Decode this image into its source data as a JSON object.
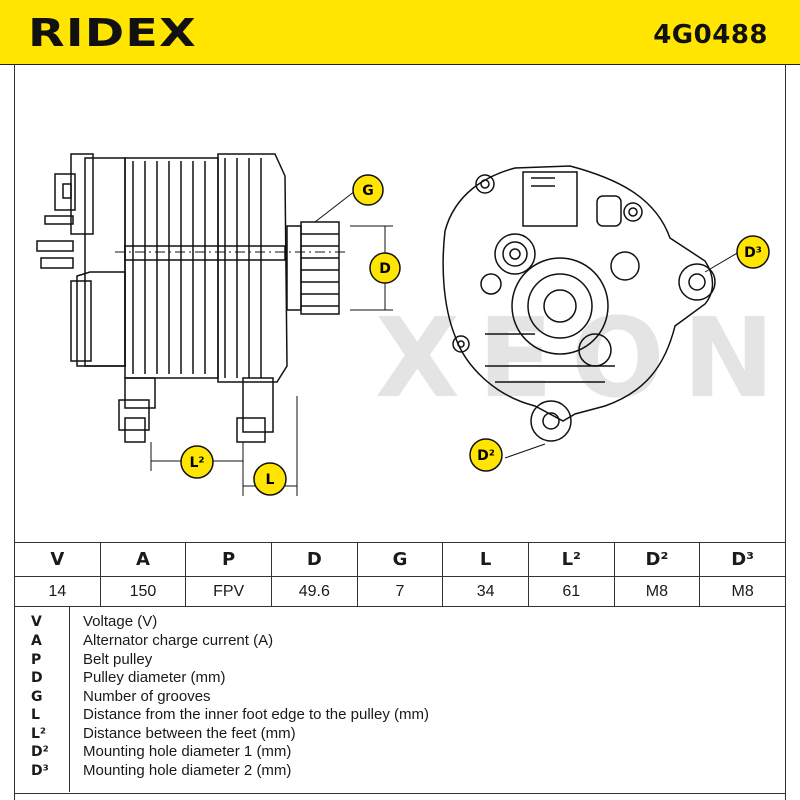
{
  "header": {
    "brand": "RIDEX",
    "part_number": "4G0488",
    "brand_color": "#ffe500"
  },
  "drawing": {
    "callouts": {
      "G": "G",
      "D": "D",
      "D3": "D³",
      "D2": "D²",
      "L2": "L²",
      "L": "L"
    },
    "watermark": "XEON"
  },
  "spec_table": {
    "headers": [
      "V",
      "A",
      "P",
      "D",
      "G",
      "L",
      "L²",
      "D²",
      "D³"
    ],
    "values": [
      "14",
      "150",
      "FPV",
      "49.6",
      "7",
      "34",
      "61",
      "M8",
      "M8"
    ]
  },
  "legend": [
    {
      "symbol": "V",
      "description": "Voltage (V)"
    },
    {
      "symbol": "A",
      "description": "Alternator charge current (A)"
    },
    {
      "symbol": "P",
      "description": "Belt pulley"
    },
    {
      "symbol": "D",
      "description": "Pulley diameter (mm)"
    },
    {
      "symbol": "G",
      "description": "Number of grooves"
    },
    {
      "symbol": "L",
      "description": "Distance from the inner foot edge to the pulley (mm)"
    },
    {
      "symbol": "L²",
      "description": "Distance between the feet (mm)"
    },
    {
      "symbol": "D²",
      "description": "Mounting hole diameter 1 (mm)"
    },
    {
      "symbol": "D³",
      "description": "Mounting hole diameter 2 (mm)"
    }
  ]
}
